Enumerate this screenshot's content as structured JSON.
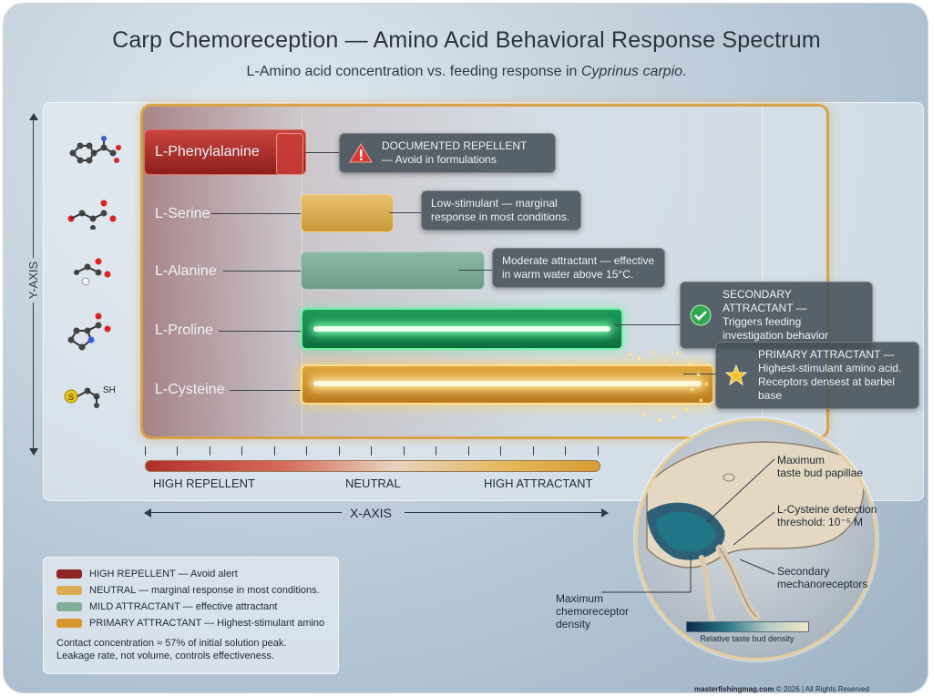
{
  "title": "Carp Chemoreception — Amino Acid Behavioral Response Spectrum",
  "subtitle_prefix": "L-Amino acid concentration vs. feeding response in ",
  "subtitle_species": "Cyprinus carpio",
  "subtitle_suffix": ".",
  "chart_data": {
    "type": "bar",
    "orientation": "horizontal",
    "xlabel": "X-AXIS",
    "ylabel": "Y-AXIS",
    "scale_labels": [
      "HIGH REPELLENT",
      "NEUTRAL",
      "HIGH ATTRACTANT"
    ],
    "categories": [
      "L-Phenylalanine",
      "L-Serine",
      "L-Alanine",
      "L-Proline",
      "L-Cysteine"
    ],
    "values": [
      -1.0,
      0.2,
      0.4,
      0.7,
      0.9
    ],
    "value_scale": "response, -1 = high repellent, 0 = neutral, +1 = high attractant",
    "colors": [
      "#b2302c",
      "#d9ab52",
      "#7fae99",
      "#14844a",
      "#d8962e"
    ],
    "annotations": [
      {
        "title": "DOCUMENTED REPELLENT",
        "text": "— Avoid in formulations",
        "icon": "warning-icon"
      },
      {
        "title": "",
        "text": "Low-stimulant — marginal response in most conditions.",
        "icon": ""
      },
      {
        "title": "",
        "text": "Moderate attractant — effective in warm water above 15°C.",
        "icon": ""
      },
      {
        "title": "SECONDARY ATTRACTANT —",
        "text": "Triggers feeding investigation behavior",
        "icon": "check-icon"
      },
      {
        "title": "PRIMARY ATTRACTANT —",
        "text": "Highest-stimulant amino acid. Receptors densest at barbel base",
        "icon": "star-icon"
      }
    ]
  },
  "molecule_labels": {
    "cysteine_sh": "SH",
    "cysteine_s": "S"
  },
  "legend": {
    "items": [
      {
        "label": "HIGH REPELLENT — Avoid alert",
        "color": "#8e2424"
      },
      {
        "label": "NEUTRAL — marginal response in most conditions.",
        "color": "#d9ab52"
      },
      {
        "label": "MILD ATTRACTANT — effective attractant",
        "color": "#7fae99"
      },
      {
        "label": "PRIMARY ATTRACTANT — Highest-stimulant amino",
        "color": "#d8962e"
      }
    ],
    "note_1": "Contact concentration ≈ 57% of initial solution peak.",
    "note_2": "Leakage rate, not volume, controls effectiveness."
  },
  "inset": {
    "labels": {
      "max_papillae_1": "Maximum",
      "max_papillae_2": "taste bud papillae",
      "cys_threshold_1": "L-Cysteine detection",
      "cys_threshold_2": "threshold: 10⁻⁵ M",
      "secondary_1": "Secondary",
      "secondary_2": "mechanoreceptors",
      "max_chemo_1": "Maximum",
      "max_chemo_2": "chemoreceptor",
      "max_chemo_3": "density"
    },
    "density_bar_label": "Relative taste bud density"
  },
  "footer": {
    "site": "masterfishingmag.com",
    "rest": " © 2026 | All Rights Reserved"
  }
}
